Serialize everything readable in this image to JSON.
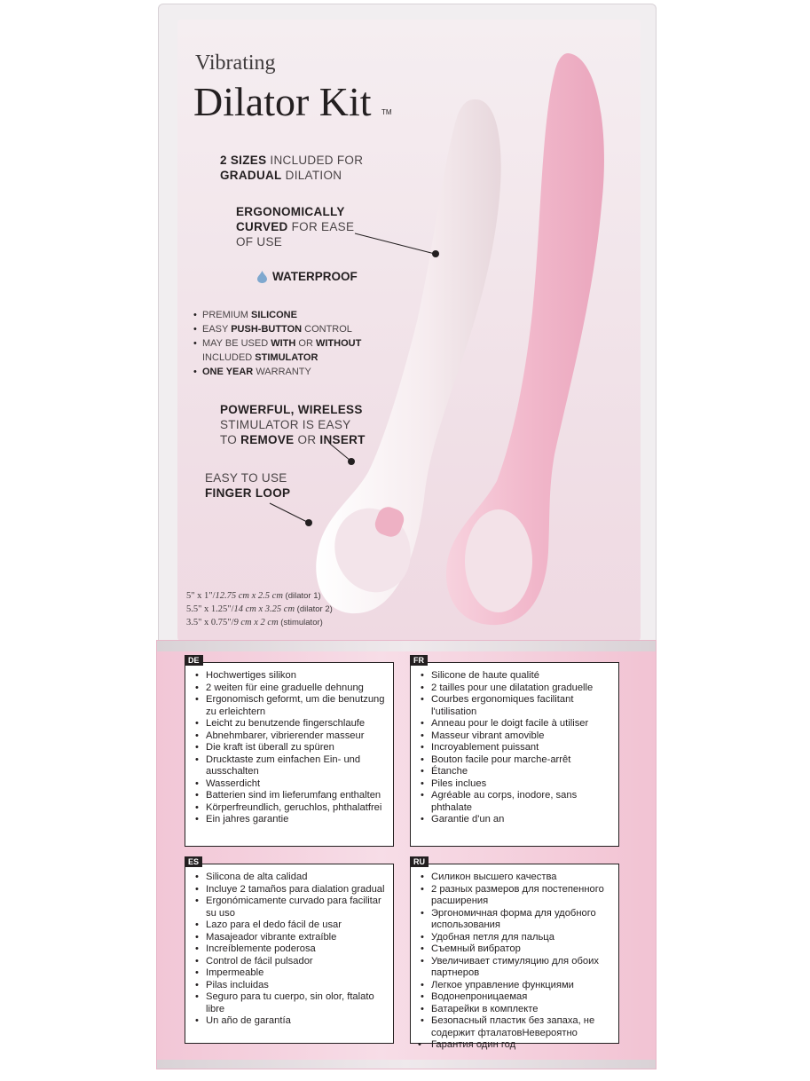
{
  "header": {
    "title_small": "Vibrating",
    "title_big": "Dilator Kit",
    "trademark": "TM"
  },
  "callouts": {
    "sizes_l1_b": "2 SIZES",
    "sizes_l1_r": " INCLUDED FOR",
    "sizes_l2_b": "GRADUAL",
    "sizes_l2_r": " DILATION",
    "ergo_l1_b": "ERGONOMICALLY",
    "ergo_l2_b": "CURVED",
    "ergo_l2_r": " FOR EASE",
    "ergo_l3_r": "OF USE",
    "waterproof": "WATERPROOF",
    "stim_l1_b": "POWERFUL, WIRELESS",
    "stim_l2_r": "STIMULATOR IS EASY",
    "stim_l3_r": "TO ",
    "stim_l3_b1": "REMOVE",
    "stim_l3_r2": " OR ",
    "stim_l3_b2": "INSERT",
    "loop_l1_r": "EASY TO USE",
    "loop_l2_b": "FINGER LOOP"
  },
  "features": {
    "f1_r": "PREMIUM ",
    "f1_b": "SILICONE",
    "f2_r": "EASY ",
    "f2_b": "PUSH-BUTTON",
    "f2_r2": " CONTROL",
    "f3_r": "MAY BE USED ",
    "f3_b": "WITH",
    "f3_r2": " OR ",
    "f3_b2": "WITHOUT",
    "f3_r3": "INCLUDED ",
    "f3_b3": "STIMULATOR",
    "f4_b": "ONE YEAR",
    "f4_r": " WARRANTY"
  },
  "dimensions": {
    "d1_a": "5\" x 1\"/",
    "d1_b": "12.75 cm x 2.5 cm",
    "d1_c": " (dilator 1)",
    "d2_a": "5.5\" x 1.25\"/",
    "d2_b": "14 cm x 3.25 cm",
    "d2_c": " (dilator 2)",
    "d3_a": "3.5\" x 0.75\"/",
    "d3_b": "9 cm x 2 cm",
    "d3_c": " (stimulator)"
  },
  "languages": {
    "de": {
      "tag": "DE",
      "items": [
        "Hochwertiges silikon",
        "2 weiten für eine graduelle dehnung",
        "Ergonomisch geformt, um die benutzung zu erleichtern",
        "Leicht zu benutzende fingerschlaufe",
        "Abnehmbarer, vibrierender masseur",
        "Die kraft ist überall zu spüren",
        "Drucktaste zum einfachen Ein- und ausschalten",
        "Wasserdicht",
        "Batterien sind im lieferumfang enthalten",
        "Körperfreundlich, geruchlos, phthalatfrei",
        "Ein jahres garantie"
      ]
    },
    "fr": {
      "tag": "FR",
      "items": [
        "Silicone de haute qualité",
        "2 tailles pour une dilatation graduelle",
        "Courbes ergonomiques facilitant l'utilisation",
        "Anneau pour le doigt facile à utiliser",
        "Masseur vibrant amovible",
        "Incroyablement puissant",
        "Bouton facile pour marche-arrêt",
        "Étanche",
        "Piles inclues",
        "Agréable au corps, inodore, sans phthalate",
        "Garantie d'un an"
      ]
    },
    "es": {
      "tag": "ES",
      "items": [
        "Silicona de alta calidad",
        "Incluye 2 tamaños para dialation gradual",
        "Ergonómicamente curvado para facilitar su uso",
        "Lazo para el dedo fácil de usar",
        "Masajeador vibrante extraíble",
        "Increíblemente poderosa",
        "Control de fácil pulsador",
        "Impermeable",
        "Pilas incluidas",
        "Seguro para tu cuerpo, sin olor, ftalato libre",
        "Un año de garantía"
      ]
    },
    "ru": {
      "tag": "RU",
      "items": [
        "Силикон высшего качества",
        "2 разных размеров для постепенного расширения",
        "Эргономичная форма для удобного использования",
        "Удобная петля для пальца",
        "Съемный вибратор",
        "Увеличивает стимуляцию для обоих партнеров",
        "Легкое управление функциями",
        "Водонепроницаемая",
        "Батарейки в комплекте",
        "Безопасный пластик без запаха, не содержит фталатовНевероятно",
        "Гарантия один год"
      ]
    }
  },
  "colors": {
    "pink_dilator": "#f3c2d2",
    "white_dilator": "#f5ecee",
    "card_pink": "#f0dfe6",
    "box_pink": "#f2c6d6",
    "text_dark": "#231f20"
  }
}
